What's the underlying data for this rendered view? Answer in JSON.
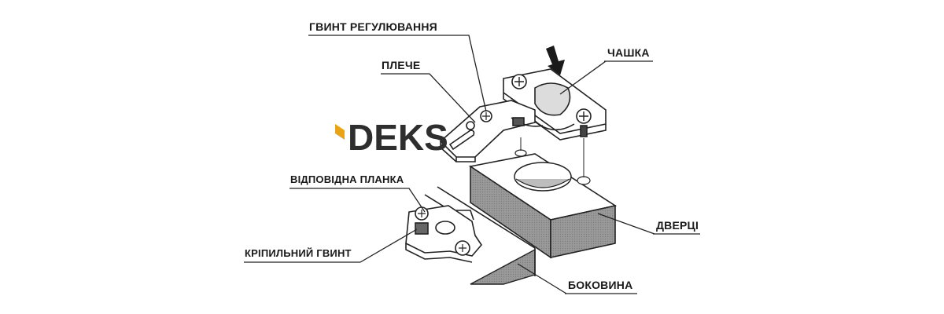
{
  "diagram": {
    "labels": {
      "adjust_screw": "ГВИНТ РЕГУЛЮВАННЯ",
      "arm": "ПЛЕЧЕ",
      "cup": "ЧАШКА",
      "mounting_plate": "ВІДПОВІДНА ПЛАНКА",
      "fixing_screw": "КРІПИЛЬНИЙ ГВИНТ",
      "door": "ДВЕРЦІ",
      "side_panel": "БОКОВИНА"
    },
    "logo": {
      "text": "DEKS",
      "accent_color": "#e8a317",
      "text_color": "#2e2e2e"
    }
  }
}
